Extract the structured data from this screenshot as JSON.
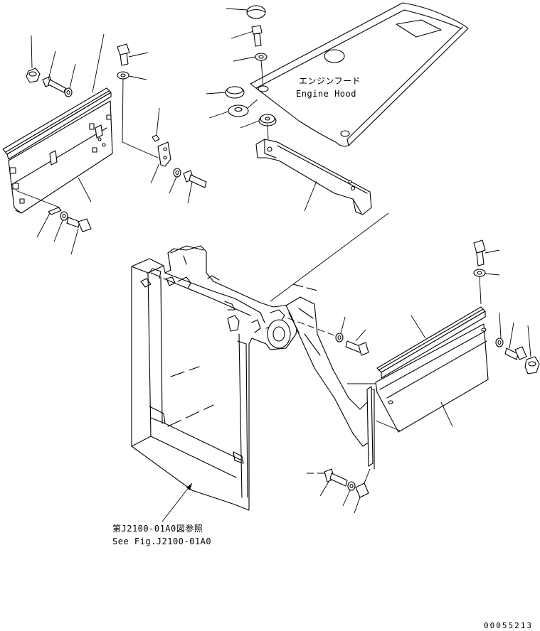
{
  "labels": {
    "engine_hood_jp": "エンジンフード",
    "engine_hood_en": "Engine Hood",
    "see_fig_jp": "第J2100-01A0図参照",
    "see_fig_en": "See Fig.J2100-01A0",
    "drawing_number": "00055213"
  }
}
